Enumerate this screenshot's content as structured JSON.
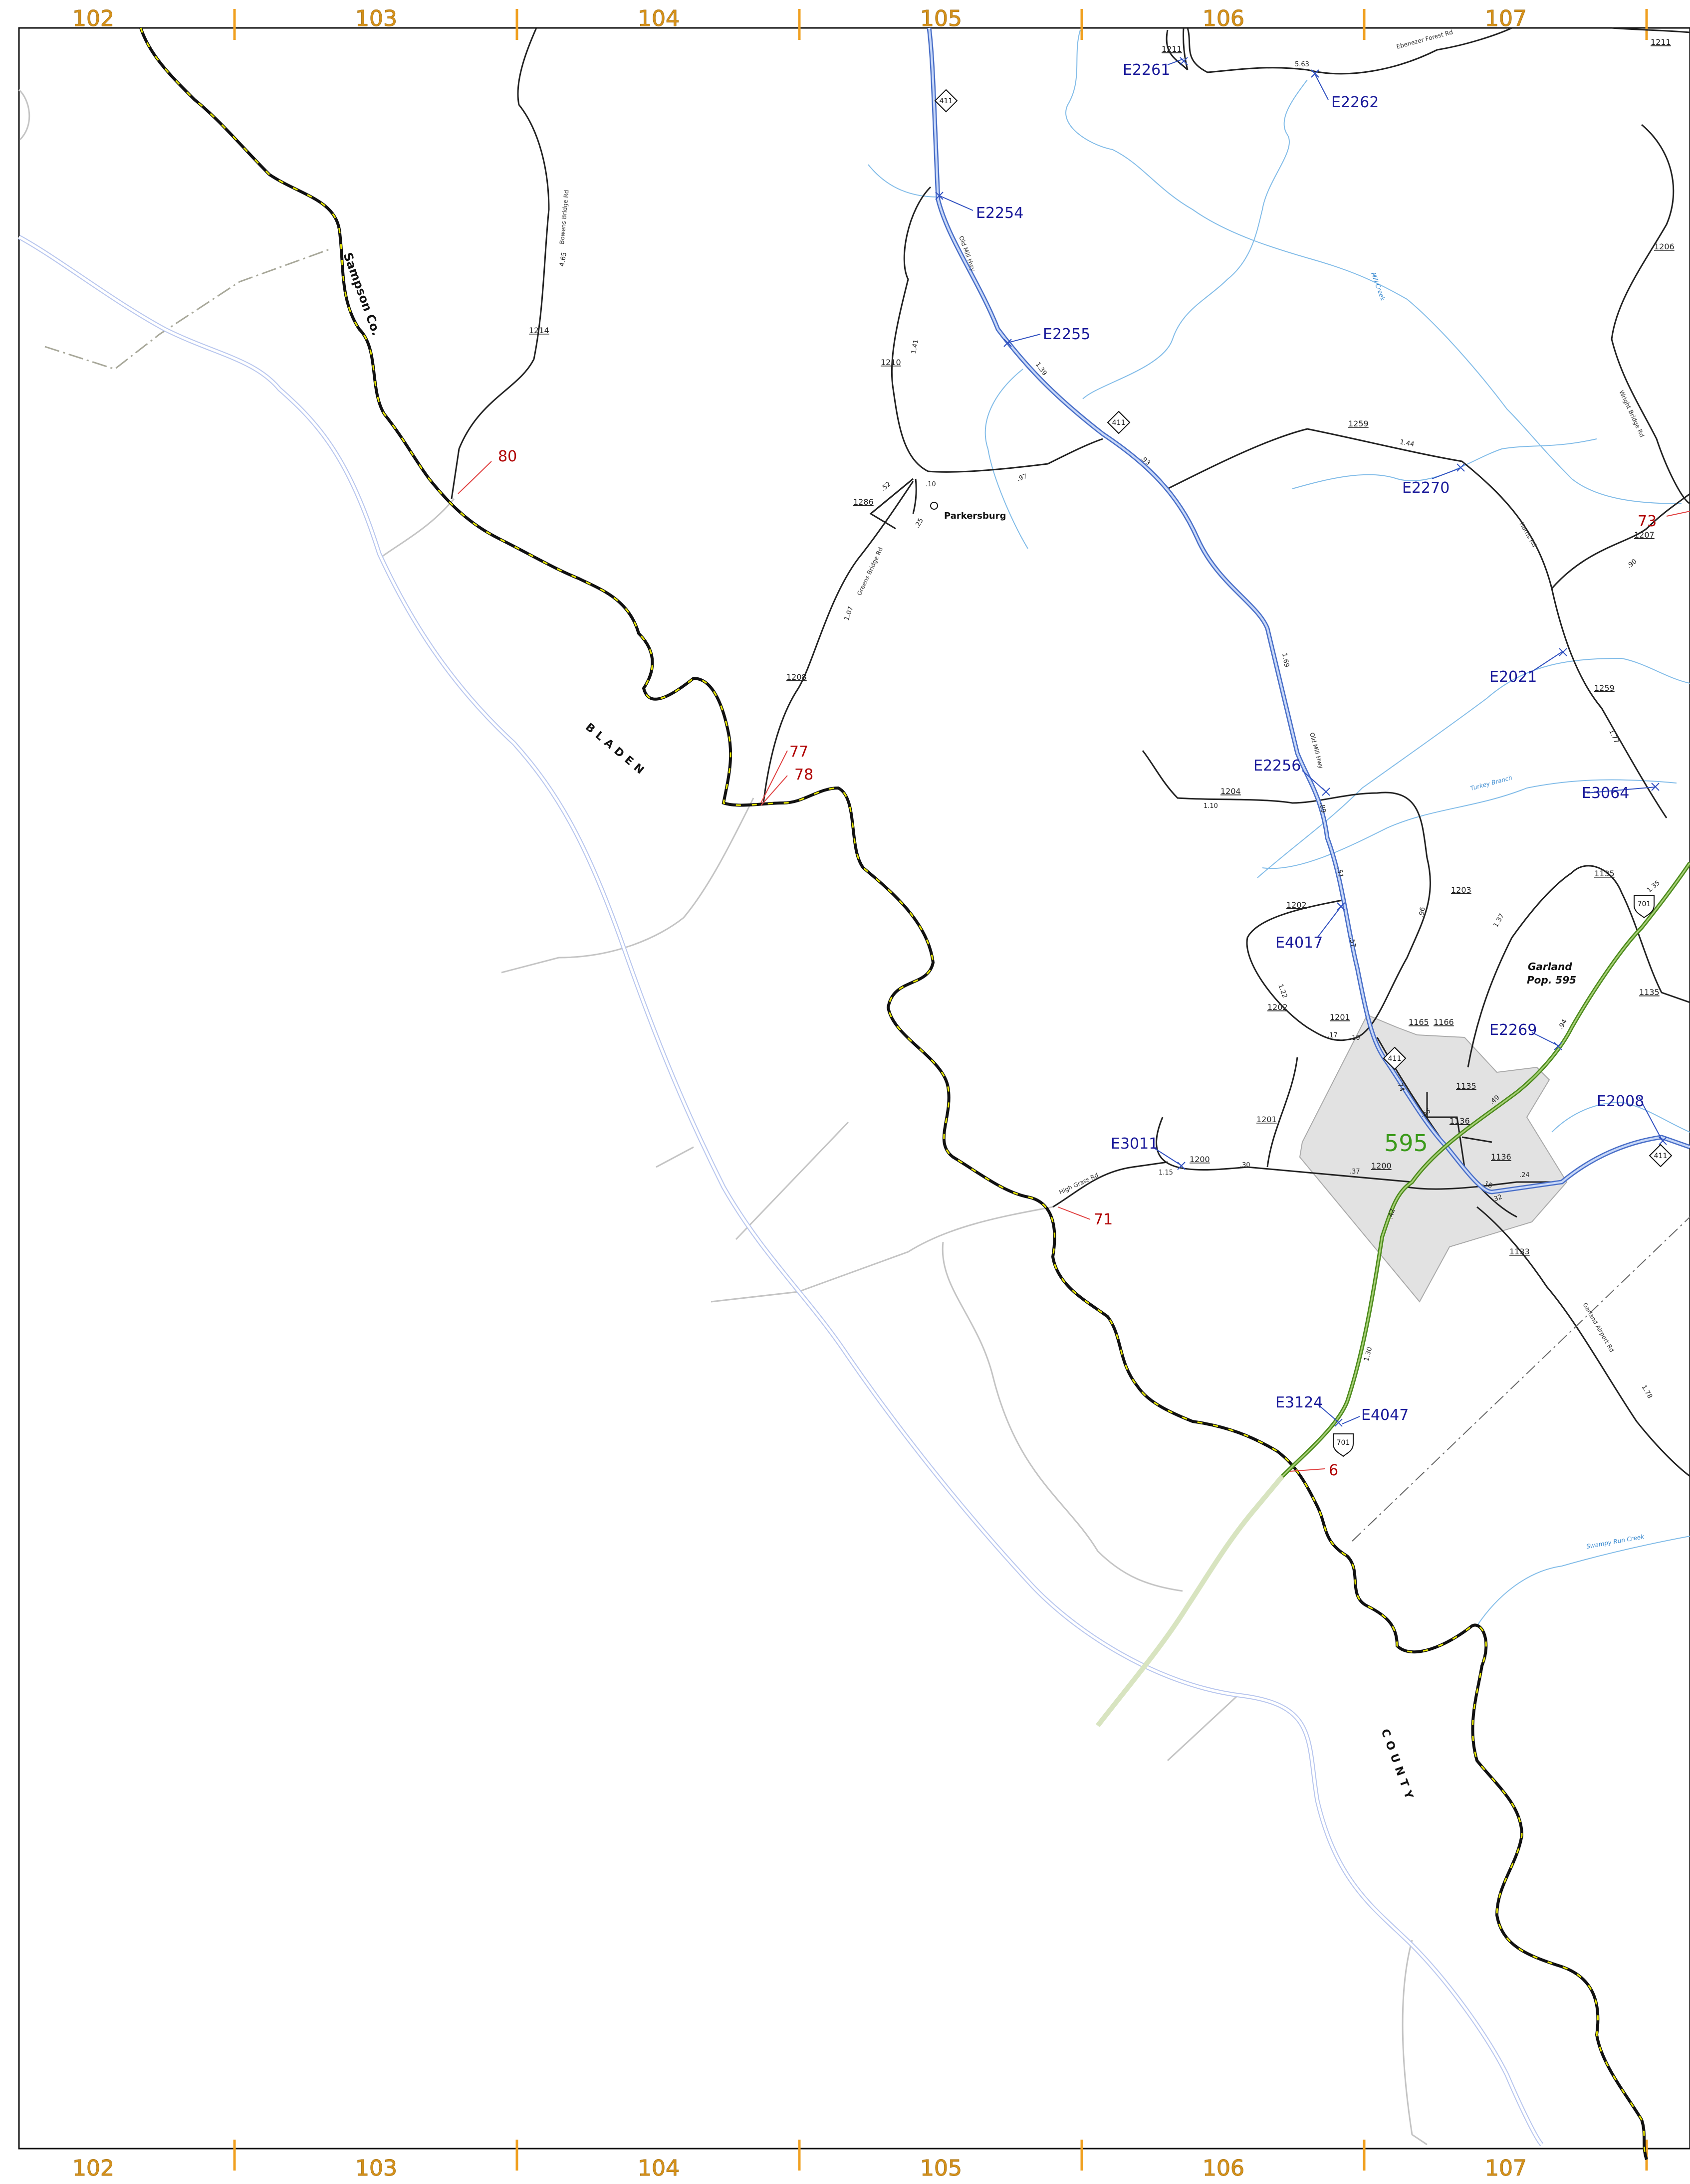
{
  "grid": {
    "columns": [
      "102",
      "103",
      "104",
      "105",
      "106",
      "107"
    ]
  },
  "bridges_blue": [
    {
      "id": "E2261"
    },
    {
      "id": "E2262"
    },
    {
      "id": "E2254"
    },
    {
      "id": "E2255"
    },
    {
      "id": "E2270"
    },
    {
      "id": "E2021"
    },
    {
      "id": "E2256"
    },
    {
      "id": "E3064"
    },
    {
      "id": "E4017"
    },
    {
      "id": "E2269"
    },
    {
      "id": "E2008"
    },
    {
      "id": "E3011"
    },
    {
      "id": "E3124"
    },
    {
      "id": "E4047"
    }
  ],
  "markers_red": [
    {
      "id": "80"
    },
    {
      "id": "77"
    },
    {
      "id": "78"
    },
    {
      "id": "71"
    },
    {
      "id": "6"
    },
    {
      "id": "73"
    }
  ],
  "road_numbers": [
    "1211",
    "1211",
    "1206",
    "1214",
    "1210",
    "1286",
    "1259",
    "1207",
    "1208",
    "1259",
    "1204",
    "1203",
    "1202",
    "1135",
    "1135",
    "1202",
    "1201",
    "1165",
    "1166",
    "1135",
    "1201",
    "1136",
    "1200",
    "1200",
    "1136",
    "1133"
  ],
  "milepoints": [
    "5.63",
    "4.65",
    "1.41",
    "1.39",
    ".93",
    ".97",
    ".52",
    ".10",
    ".25",
    "1.44",
    ".90",
    "1.07",
    "1.77",
    "1.69",
    ".89",
    "1.10",
    ".51",
    ".57",
    ".96",
    "1.37",
    "1.22",
    ".17",
    ".10",
    ".74",
    ".49",
    ".56",
    ".94",
    ".24",
    ".15",
    ".30",
    ".37",
    "1.15",
    ".42",
    "1.30",
    "1.78",
    ".32",
    "1.35"
  ],
  "road_names": [
    "Ebenezer Forest Rd",
    "Bowens Bridge Rd",
    "Old Mill Hwy",
    "Greens Bridge Rd",
    "Harris Rd",
    "Wright Bridge Rd",
    "Old Mill Hwy",
    "High Grass Rd",
    "Garland Airport Rd"
  ],
  "places": {
    "parkersburg": "Parkersburg",
    "garland": "Garland",
    "garland_pop": "Pop. 595",
    "pop_number": "595",
    "sampson": "Sampson Co.",
    "bladen": "BLADEN",
    "county": "COUNTY"
  },
  "water_names": [
    "Mill Creek",
    "Turkey Branch",
    "Swampy Run Creek"
  ],
  "shields": {
    "nc411": "411",
    "us701": "701"
  },
  "colors": {
    "grid": "#d4901a",
    "bridge_label": "#1a1a9a",
    "red_label": "#b00000",
    "highway": "#4a6fc8",
    "us_route": "#6aa83a",
    "stream": "#7ab8e8",
    "town_fill": "#e0e0e0",
    "county_line": "#e8e800"
  }
}
